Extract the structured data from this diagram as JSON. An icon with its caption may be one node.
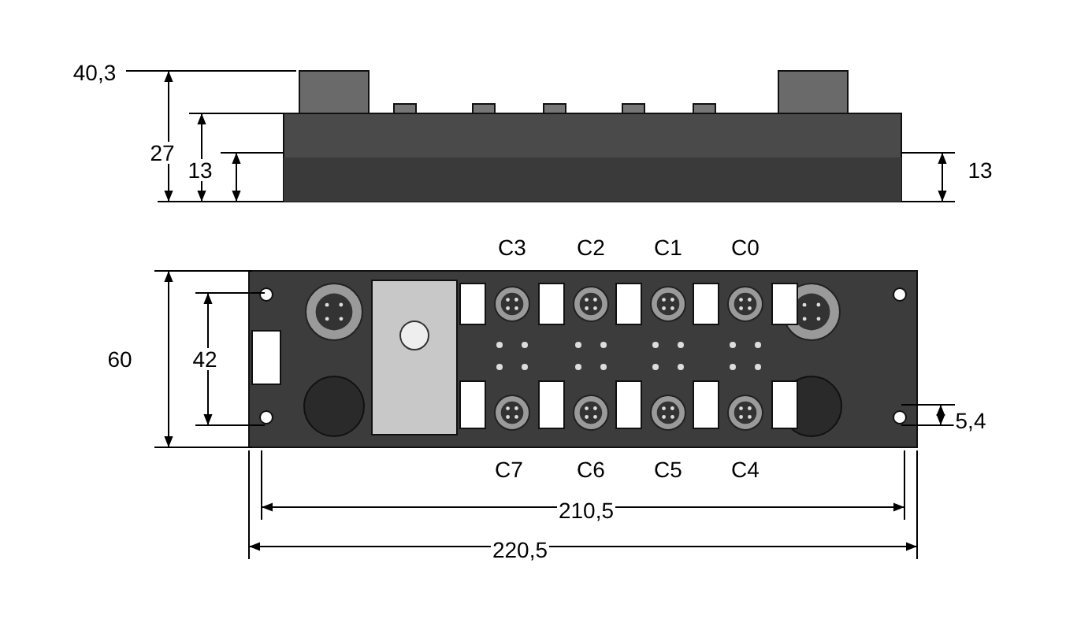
{
  "diagram": {
    "labels": [
      "40,3",
      "27",
      "13",
      "13",
      "C3",
      "C2",
      "C1",
      "C0",
      "60",
      "42",
      "5,4",
      "C7",
      "C6",
      "C5",
      "C4",
      "210,5",
      "220,5"
    ]
  }
}
